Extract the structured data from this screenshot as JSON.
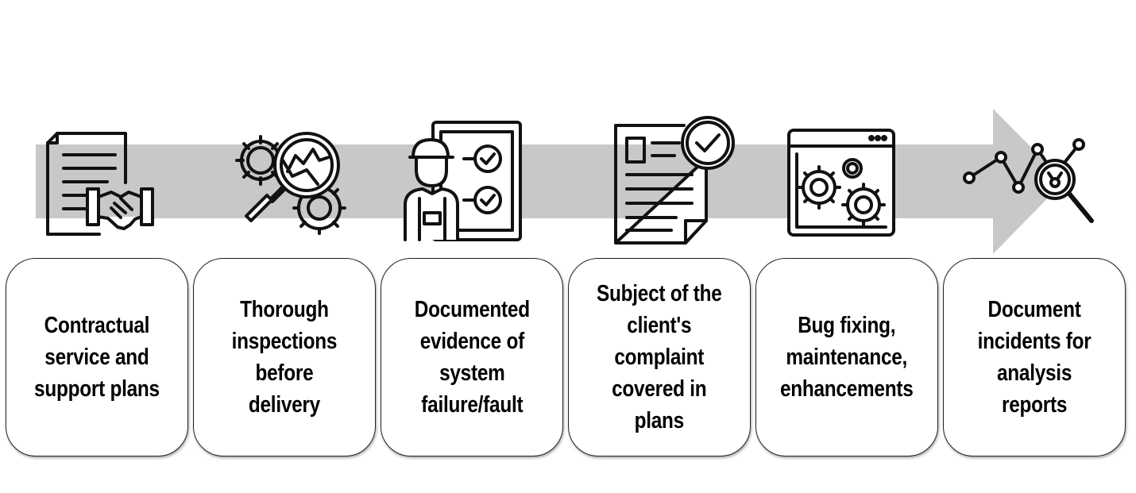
{
  "diagram": {
    "arrow_color": "#c8c8c8",
    "steps": [
      {
        "icon": "contract-handshake-icon",
        "text": "Contractual\nservice and\nsupport plans"
      },
      {
        "icon": "magnifier-gears-icon",
        "text": "Thorough\ninspections\nbefore\ndelivery"
      },
      {
        "icon": "technician-checklist-icon",
        "text": "Documented\nevidence of\nsystem\nfailure/fault"
      },
      {
        "icon": "document-checkmark-icon",
        "text": "Subject of the\nclient's\ncomplaint\ncovered in\nplans"
      },
      {
        "icon": "browser-gears-icon",
        "text": "Bug fixing,\nmaintenance,\nenhancements"
      },
      {
        "icon": "chart-analysis-magnifier-icon",
        "text": "Document\nincidents for\nanalysis\nreports"
      }
    ]
  }
}
